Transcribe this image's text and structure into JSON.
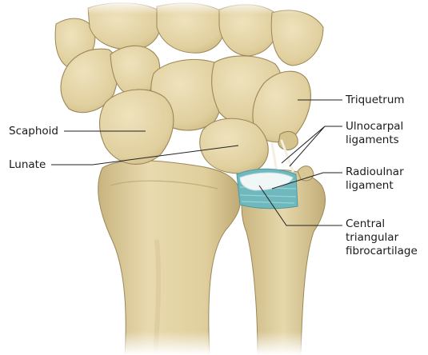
{
  "labels": {
    "triquetrum": "Triquetrum",
    "scaphoid": "Scaphoid",
    "lunate": "Lunate",
    "ulnocarpal": "Ulnocarpal\nligaments",
    "radioulnar": "Radioulnar\nligament",
    "central": "Central\ntriangular\nfibrocartilage"
  },
  "colors": {
    "bone": "#e3d3a2",
    "bone_shadow": "#bca873",
    "bone_edge": "#9c8757",
    "ligament": "#6fb8be",
    "fibrocartilage": "#f1f6f7",
    "leader": "#222222"
  }
}
